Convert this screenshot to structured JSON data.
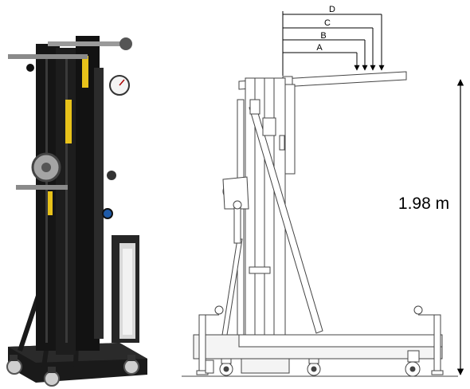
{
  "dimensions": {
    "labels": [
      "D",
      "C",
      "B",
      "A"
    ],
    "height_label": "1.98 m"
  },
  "colors": {
    "frame_black": "#141414",
    "warning_yellow": "#e8c21a",
    "steel": "#b9b9b9",
    "drawing_line": "#444444",
    "drawing_fill": "#e9e9e9"
  }
}
